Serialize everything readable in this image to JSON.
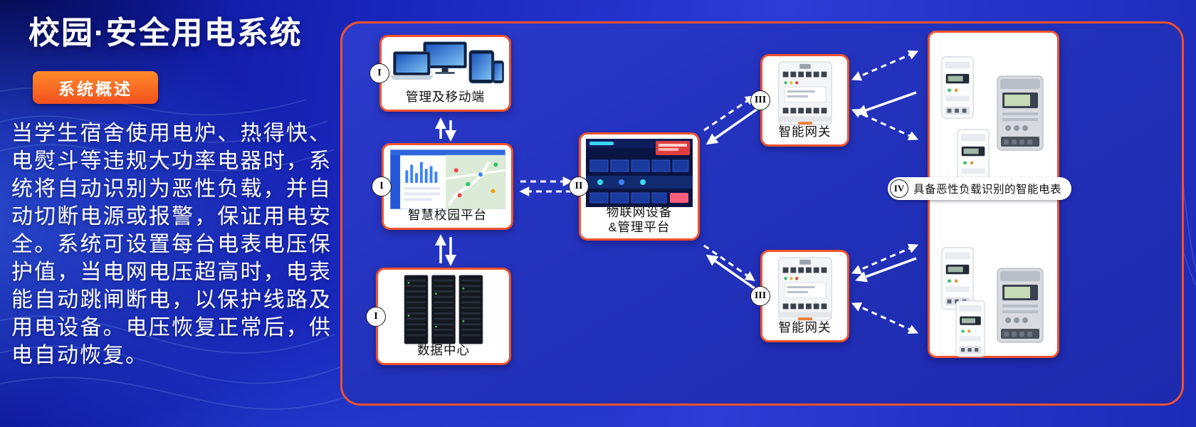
{
  "page": {
    "title": "校园·安全用电系统",
    "badge": "系统概述",
    "description": "当学生宿舍使用电炉、热得快、电熨斗等违规大功率电器时，系统将自动识别为恶性负载，并自动切断电源或报警，保证用电安全。系统可设置每台电表电压保护值，当电网电压超高时，电表能自动跳闸断电，以保护线路及用电设备。电压恢复正常后，供电自动恢复。"
  },
  "diagram": {
    "management": {
      "numeral": "I",
      "label": "管理及移动端"
    },
    "platform": {
      "numeral": "I",
      "label": "智慧校园平台"
    },
    "datacenter": {
      "numeral": "I",
      "label": "数据中心"
    },
    "iot": {
      "numeral": "II",
      "label_line1": "物联网设备",
      "label_line2": "&管理平台"
    },
    "gateway_top": {
      "numeral": "III",
      "label": "智能网关"
    },
    "gateway_bottom": {
      "numeral": "III",
      "label": "智能网关"
    },
    "meters": {
      "numeral": "IV",
      "label": "具备恶性负载识别的智能电表"
    }
  },
  "colors": {
    "accent_orange": "#f0512e",
    "badge_gradient_top": "#ff8a2a",
    "badge_gradient_bottom": "#f3511f",
    "background_blue": "#1f2cb2",
    "text_white": "#ffffff"
  }
}
